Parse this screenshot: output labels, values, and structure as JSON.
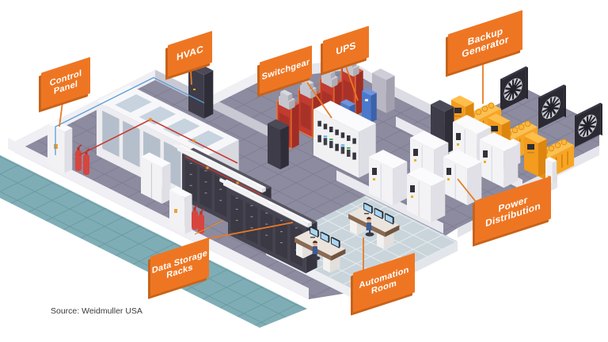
{
  "diagram": {
    "type": "isometric-datacenter-illustration",
    "labels": {
      "control_panel": "Control\nPanel",
      "hvac": "HVAC",
      "switchgear": "Switchgear",
      "ups": "UPS",
      "backup_generator": "Backup\nGenerator",
      "data_storage_racks": "Data Storage\nRacks",
      "automation_room": "Automation\nRoom",
      "power_distribution": "Power\nDistribution"
    },
    "source": "Source: Weidmuller USA",
    "colors": {
      "label_bg": "#EE7623",
      "label_edge": "#C8631A",
      "label_text": "#FFFFFF",
      "floor": "#8D8BA0",
      "exterior_floor": "#7FADB6",
      "control_room_floor": "#C9D5DB",
      "wall_light": "#EFEFF4",
      "wall_shade": "#C9C9D4",
      "generator_orange": "#F5A125",
      "switchgear_red": "#C23B30",
      "ups_blue": "#4C79CA",
      "rack_dark": "#45434F",
      "pipe_red": "#C63A2F",
      "cable_blue": "#5B9BD5",
      "connector_orange": "#E87A25"
    }
  }
}
